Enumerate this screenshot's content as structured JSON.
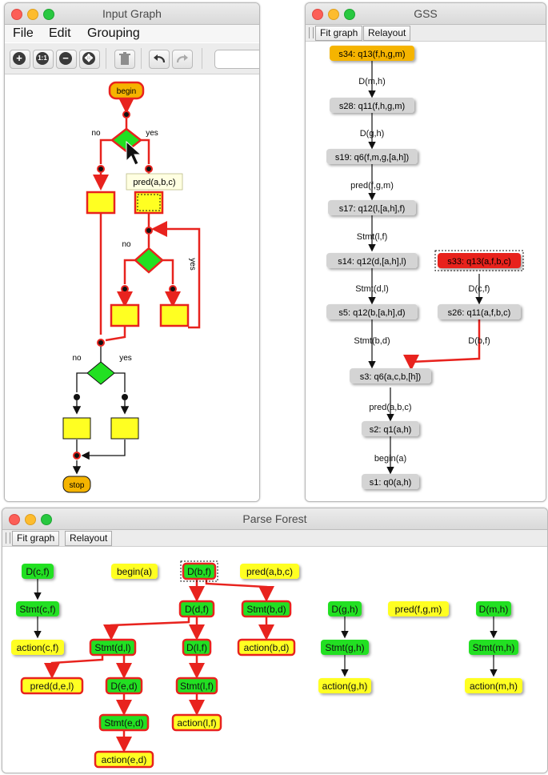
{
  "input_graph": {
    "title": "Input Graph",
    "menu": [
      "File",
      "Edit",
      "Grouping"
    ],
    "toolbar_icons": [
      "zoom-in-icon",
      "zoom-1to1-icon",
      "zoom-out-icon",
      "fit-icon",
      "trash-icon",
      "undo-icon",
      "redo-icon"
    ],
    "zoom_one_label": "1:1",
    "nodes": {
      "begin": "begin",
      "stop": "stop"
    },
    "branch_labels": {
      "no1": "no",
      "yes1": "yes",
      "no2": "no",
      "yes2": "yes",
      "no3": "no",
      "yes3": "yes"
    },
    "tooltip": "pred(a,b,c)"
  },
  "gss": {
    "title": "GSS",
    "buttons": {
      "fit": "Fit graph",
      "relayout": "Relayout"
    },
    "nodes": {
      "s34": "s34: q13(f,h,g,m)",
      "s28": "s28: q11(f,h,g,m)",
      "s19": "s19: q6(f,m,g,[a,h])",
      "s17": "s17: q12(l,[a,h],f)",
      "s14": "s14: q12(d,[a,h],l)",
      "s33": "s33: q13(a,f,b,c)",
      "s5": "s5: q12(b,[a,h],d)",
      "s26": "s26: q11(a,f,b,c)",
      "s3": "s3: q6(a,c,b,[h])",
      "s2": "s2: q1(a,h)",
      "s1": "s1: q0(a,h)"
    },
    "edges": {
      "e1": "D(m,h)",
      "e2": "D(g,h)",
      "e3": "pred(f,g,m)",
      "e4": "Stmt(l,f)",
      "e5": "Stmt(d,l)",
      "e6": "Stmt(b,d)",
      "e7": "D(c,f)",
      "e8": "D(b,f)",
      "e9": "pred(a,b,c)",
      "e10": "begin(a)"
    }
  },
  "parse_forest": {
    "title": "Parse Forest",
    "buttons": {
      "fit": "Fit graph",
      "relayout": "Relayout"
    },
    "nodes": {
      "Dcf": "D(c,f)",
      "beginA": "begin(a)",
      "Dbf": "D(b,f)",
      "predAbc": "pred(a,b,c)",
      "StmtCf": "Stmt(c,f)",
      "Ddf": "D(d,f)",
      "StmtBd": "Stmt(b,d)",
      "Dgh": "D(g,h)",
      "predFgm": "pred(f,g,m)",
      "Dmh": "D(m,h)",
      "actionCf": "action(c,f)",
      "StmtDl": "Stmt(d,l)",
      "Dlf": "D(l,f)",
      "actionBd": "action(b,d)",
      "StmtGh": "Stmt(g,h)",
      "StmtMh": "Stmt(m,h)",
      "predDel": "pred(d,e,l)",
      "Ded": "D(e,d)",
      "StmtLf": "Stmt(l,f)",
      "actionGh": "action(g,h)",
      "actionMh": "action(m,h)",
      "StmtEd": "Stmt(e,d)",
      "actionLf": "action(l,f)",
      "actionEd": "action(e,d)"
    }
  },
  "colors": {
    "red": "#e8231e",
    "green": "#22e022",
    "yellow": "#ffff22",
    "orange": "#f5b400",
    "gray": "#d4d4d4"
  }
}
